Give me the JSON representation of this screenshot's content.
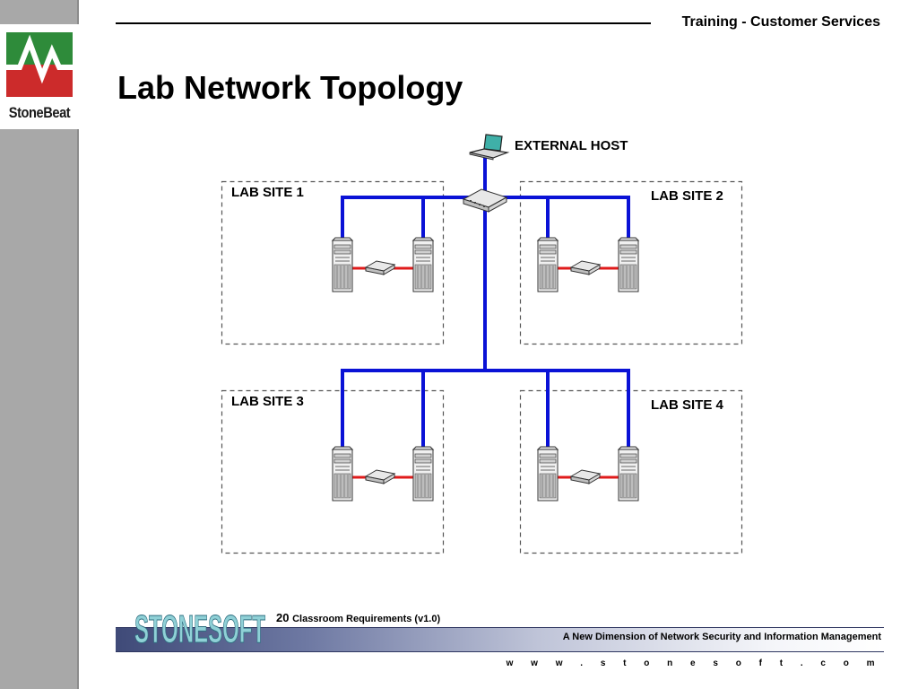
{
  "header": {
    "training_label": "Training - Customer Services"
  },
  "brand": {
    "stonebeat_label": "StoneBeat",
    "stonesoft_label": "STONESOFT",
    "brand_red": "#cc2b2b",
    "brand_green": "#2e8b3a"
  },
  "page": {
    "title": "Lab Network Topology"
  },
  "diagram": {
    "external_host_label": "EXTERNAL HOST",
    "sites": [
      {
        "label": "LAB SITE 1"
      },
      {
        "label": "LAB SITE 2"
      },
      {
        "label": "LAB SITE 3"
      },
      {
        "label": "LAB SITE 4"
      }
    ],
    "colors": {
      "backbone": "#0a12d6",
      "crosslink": "#e01b1b",
      "site_border": "#555555"
    }
  },
  "footer": {
    "page_number": "20",
    "document_title": "Classroom Requirements (v1.0)",
    "tagline": "A New Dimension of Network Security and Information Management",
    "website": "w w w . s t o n e s o f t . c o m"
  }
}
